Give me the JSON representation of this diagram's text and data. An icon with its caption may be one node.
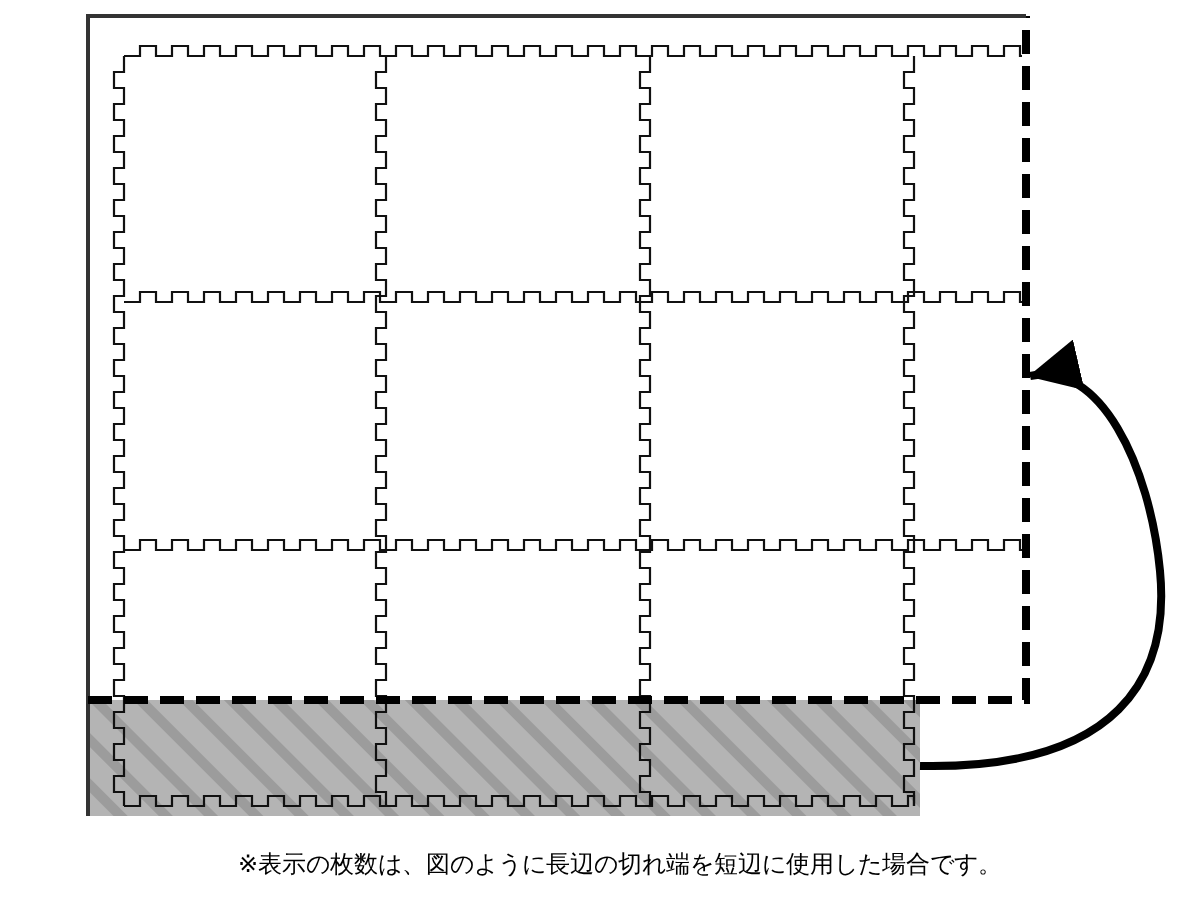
{
  "diagram": {
    "caption": "※表示の枚数は、図のように長辺の切れ端を短辺に使用した場合です。",
    "nodes": [
      {
        "text": [],
        "shape": "bar"
      },
      {
        "text": [],
        "shape": "box"
      }
    ],
    "edges": [
      {
        "from": 0,
        "to": 1,
        "arrow": "to"
      }
    ]
  }
}
